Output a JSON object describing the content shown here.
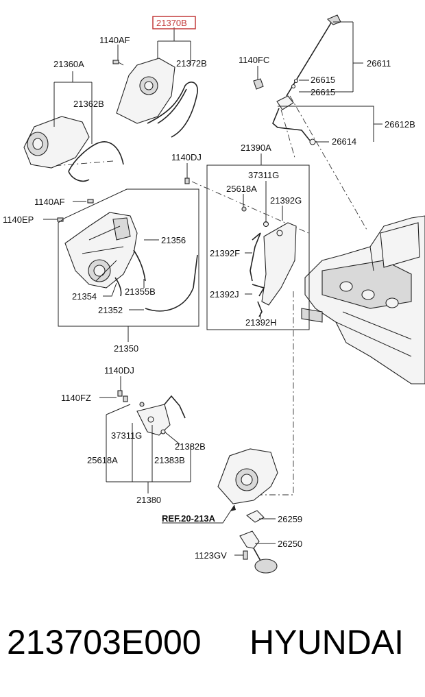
{
  "diagram": {
    "highlight_color": "#c23a3a",
    "labels": {
      "p21370B": "21370B",
      "p1140AF_top": "1140AF",
      "p21372B": "21372B",
      "p21360A": "21360A",
      "p21362B": "21362B",
      "p1140FC": "1140FC",
      "p26611": "26611",
      "p26615a": "26615",
      "p26615b": "26615",
      "p26612B": "26612B",
      "p26614": "26614",
      "p1140DJ_top": "1140DJ",
      "p21390A": "21390A",
      "p37311G_top": "37311G",
      "p25618A_top": "25618A",
      "p21392G": "21392G",
      "p1140AF_mid": "1140AF",
      "p1140EP": "1140EP",
      "p21356": "21356",
      "p21392F": "21392F",
      "p21354": "21354",
      "p21355B": "21355B",
      "p21392J": "21392J",
      "p21352": "21352",
      "p21392H": "21392H",
      "p21350": "21350",
      "p1140DJ_bot": "1140DJ",
      "p1140FZ": "1140FZ",
      "p37311G_bot": "37311G",
      "p21382B": "21382B",
      "p25618A_bot": "25618A",
      "p21383B": "21383B",
      "p21380": "21380",
      "ref": "REF.20-213A",
      "p26259": "26259",
      "p26250": "26250",
      "p1123GV": "1123GV"
    }
  },
  "footer": {
    "part_number": "213703E000",
    "brand": "HYUNDAI"
  }
}
